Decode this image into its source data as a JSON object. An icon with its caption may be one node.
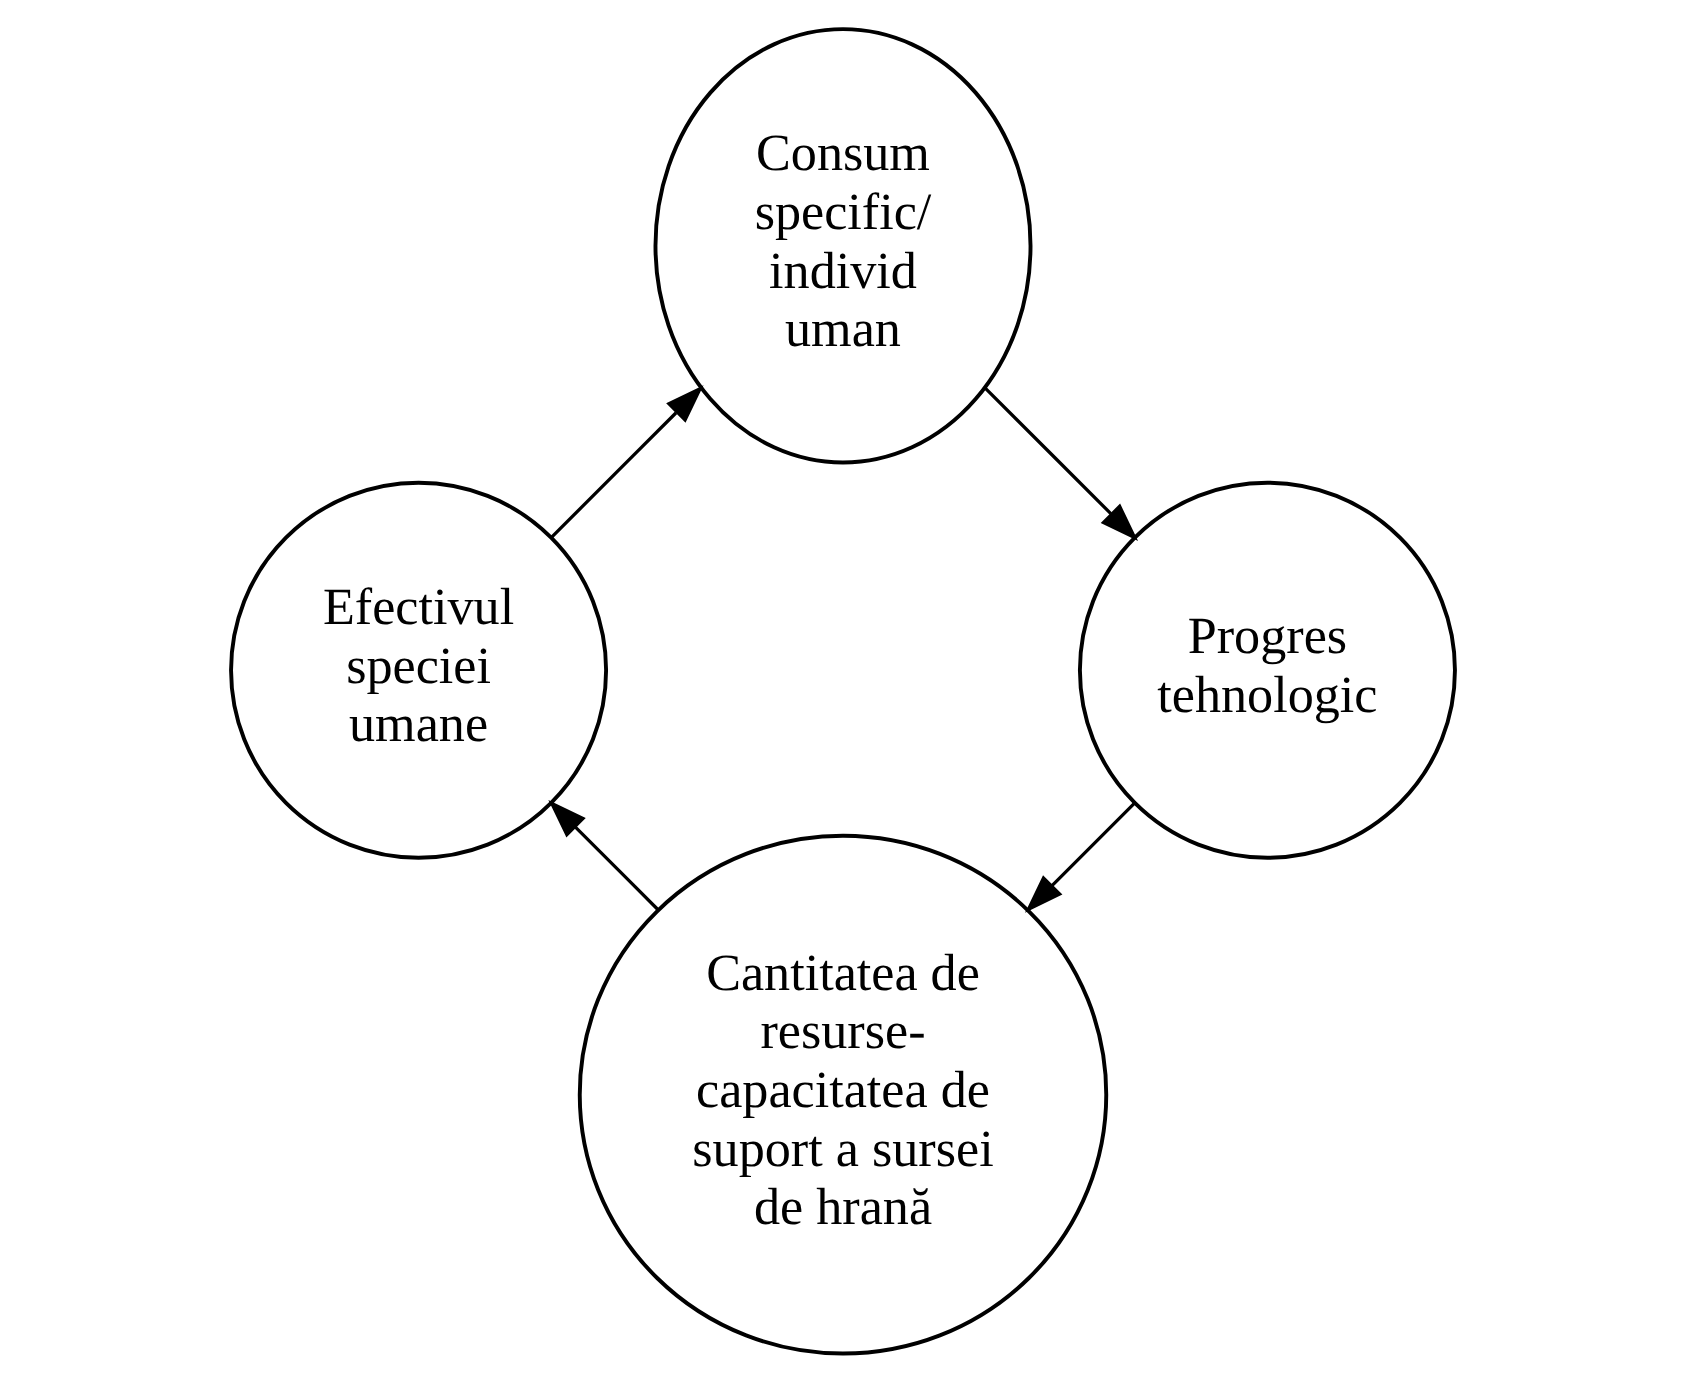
{
  "diagram": {
    "nodes": [
      {
        "text": [
          "Cantitatea de resurse- capacitatea de suport a sursei de hrană"
        ]
      },
      {
        "text": [
          "Efectivul speciei umane"
        ]
      },
      {
        "text": [
          "Consum specific/ individ uman"
        ]
      },
      {
        "text": [
          "Progres tehnologic"
        ]
      }
    ],
    "edges": [
      {
        "from": 0,
        "to": 1,
        "arrow": "to"
      },
      {
        "from": 1,
        "to": 2,
        "arrow": "to"
      },
      {
        "from": 2,
        "to": 3,
        "arrow": "to"
      },
      {
        "from": 3,
        "to": 0,
        "arrow": "to"
      }
    ]
  }
}
